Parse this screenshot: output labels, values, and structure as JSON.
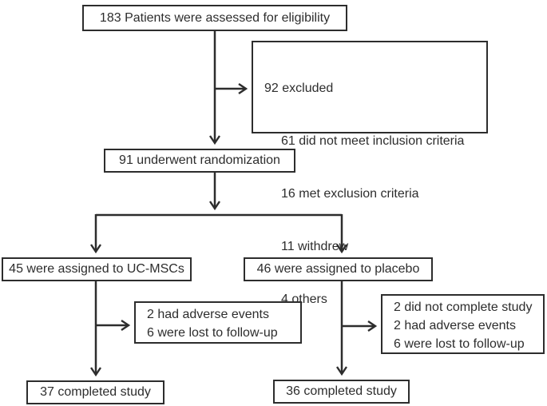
{
  "figure": {
    "kind": "patient-flow-consort-diagram",
    "colors": {
      "line": "#2d2d2d",
      "text": "#2d2d2d",
      "background": "#ffffff"
    },
    "boxes": {
      "eligibility": {
        "text": "183 Patients were assessed for eligibility"
      },
      "excluded": {
        "title": "92 excluded",
        "items": [
          "61 did not meet inclusion criteria",
          "16 met exclusion criteria",
          "11 withdrew",
          "4 others"
        ]
      },
      "randomization": {
        "text": "91 underwent  randomization"
      },
      "arm_ucmscs": {
        "text": "45 were assigned to UC-MSCs"
      },
      "arm_placebo": {
        "text": "46 were assigned to placebo"
      },
      "dropout_ucmscs": {
        "items": [
          "2 had adverse events",
          "6 were lost to follow-up"
        ]
      },
      "dropout_placebo": {
        "items": [
          "2 did not complete study",
          "2 had adverse events",
          "6 were lost to follow-up"
        ]
      },
      "completed_ucmscs": {
        "text": "37 completed study"
      },
      "completed_placebo": {
        "text": "36 completed study"
      }
    }
  }
}
